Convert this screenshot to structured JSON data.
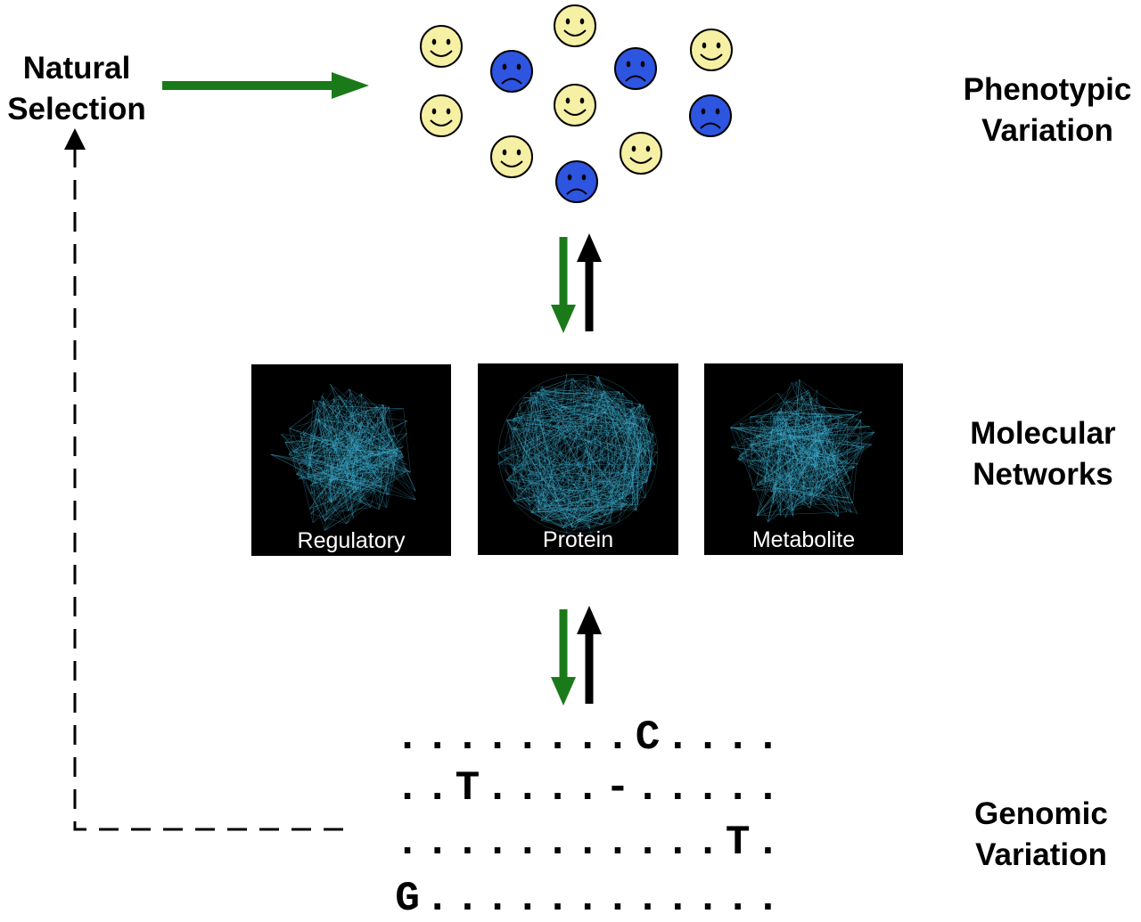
{
  "labels": {
    "natural_selection": [
      "Natural",
      "Selection"
    ],
    "phenotypic_variation": [
      "Phenotypic",
      "Variation"
    ],
    "molecular_networks": [
      "Molecular",
      "Networks"
    ],
    "genomic_variation": [
      "Genomic",
      "Variation"
    ]
  },
  "networks": [
    {
      "label": "Regulatory",
      "shape": "blob"
    },
    {
      "label": "Protein",
      "shape": "circle"
    },
    {
      "label": "Metabolite",
      "shape": "blob"
    }
  ],
  "sequence_rows": [
    [
      ".",
      ".",
      ".",
      ".",
      ".",
      ".",
      ".",
      ".",
      "C",
      ".",
      ".",
      ".",
      "."
    ],
    [
      ".",
      ".",
      "T",
      ".",
      ".",
      ".",
      ".",
      "-",
      ".",
      ".",
      ".",
      ".",
      "."
    ],
    [
      ".",
      ".",
      ".",
      ".",
      ".",
      ".",
      ".",
      ".",
      ".",
      ".",
      ".",
      "T",
      "."
    ],
    [
      "G",
      ".",
      ".",
      ".",
      ".",
      ".",
      ".",
      ".",
      ".",
      ".",
      ".",
      ".",
      "."
    ]
  ],
  "faces": [
    {
      "mood": "happy",
      "color": "#f5f0a3"
    },
    {
      "mood": "happy",
      "color": "#f5f0a3"
    },
    {
      "mood": "sad",
      "color": "#2d55e0"
    },
    {
      "mood": "sad",
      "color": "#2d55e0"
    },
    {
      "mood": "happy",
      "color": "#f5f0a3"
    },
    {
      "mood": "happy",
      "color": "#f5f0a3"
    },
    {
      "mood": "happy",
      "color": "#f5f0a3"
    },
    {
      "mood": "sad",
      "color": "#2d55e0"
    },
    {
      "mood": "happy",
      "color": "#f5f0a3"
    },
    {
      "mood": "happy",
      "color": "#f5f0a3"
    },
    {
      "mood": "sad",
      "color": "#2d55e0"
    }
  ],
  "colors": {
    "selection_arrow": "#1a7a1a",
    "upward_arrow": "#000000",
    "network_edge": "#3fb4d8",
    "network_bg": "#000000"
  }
}
